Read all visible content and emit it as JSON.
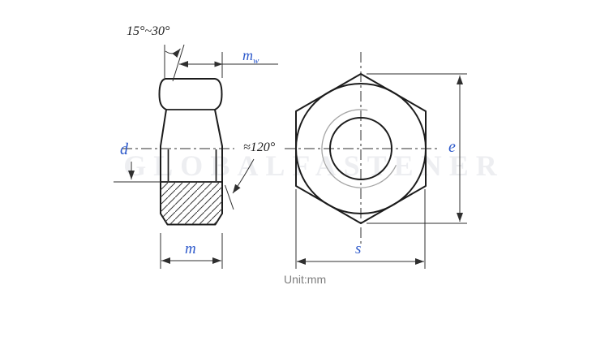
{
  "drawing": {
    "kind": "hex-nut-technical-drawing",
    "views": [
      "side-section-view",
      "front-hexagon-view"
    ],
    "unit_note": "Unit:mm",
    "watermark": "GLOBALFASTENER"
  },
  "labels": {
    "chamfer_angle": "15°~30°",
    "countersink_angle": "≈120°",
    "mw_base": "m",
    "mw_sub": "w",
    "thread_diameter": "d",
    "nut_height": "m",
    "width_across_corners": "e",
    "width_across_flats": "s"
  },
  "colors": {
    "line": "#1c1c1c",
    "dimension_line": "#2f2f2f",
    "dimension_text": "#2d59cb",
    "note_text": "#7d7d7d",
    "thread_line": "#a6a6a6",
    "background": "#ffffff"
  }
}
